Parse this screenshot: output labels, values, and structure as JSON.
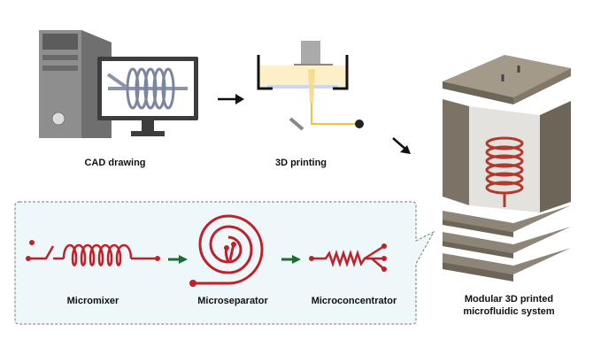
{
  "stages": {
    "cad": {
      "label": "CAD drawing"
    },
    "printing": {
      "label": "3D printing"
    },
    "system": {
      "label_line1": "Modular 3D printed",
      "label_line2": "microfluidic system"
    }
  },
  "modules": [
    {
      "label": "Micromixer"
    },
    {
      "label": "Microseparator"
    },
    {
      "label": "Microconcentrator"
    }
  ],
  "colors": {
    "channel_red": "#c0202a",
    "flow_arrow_green": "#1e6b33",
    "panel_bg": "#eef8fb",
    "resin_yellow": "#fdf0c8",
    "metal_dark": "#6d6558",
    "metal_light": "#9a9285"
  }
}
